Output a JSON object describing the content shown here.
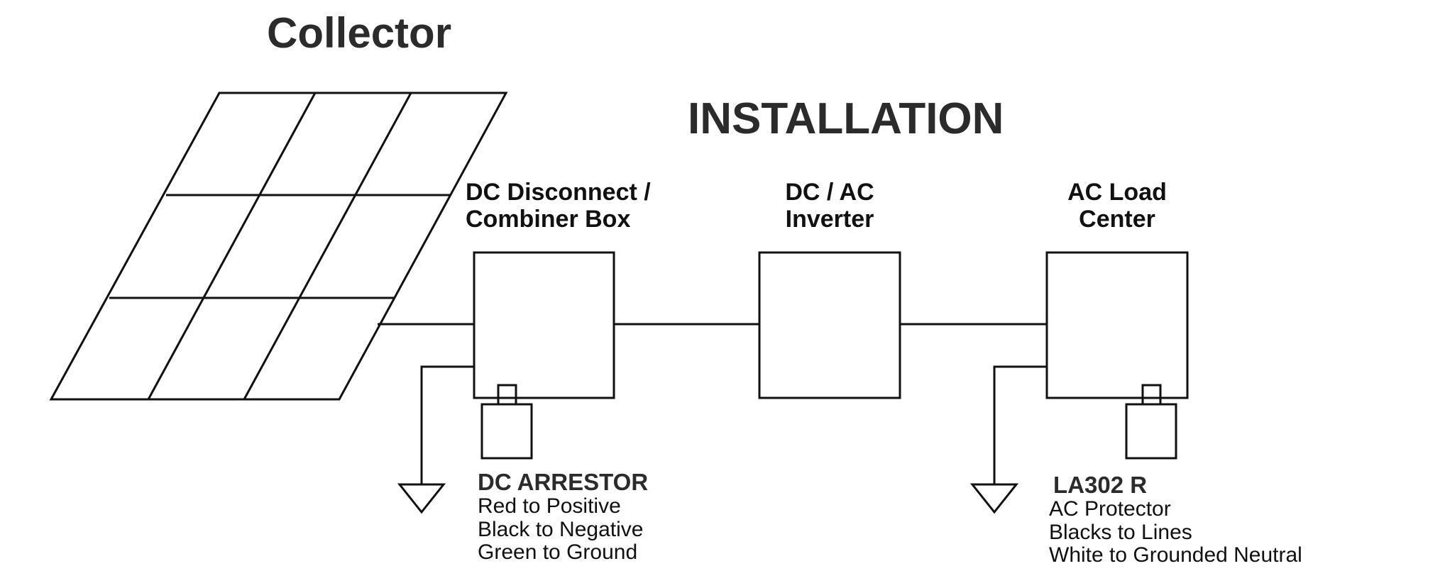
{
  "collector_title": "Collector",
  "installation_title": "INSTALLATION",
  "components": {
    "combiner": {
      "line1": "DC Disconnect /",
      "line2": "Combiner Box"
    },
    "inverter": {
      "line1": "DC / AC",
      "line2": "Inverter"
    },
    "load_center": {
      "line1": "AC Load",
      "line2": "Center"
    }
  },
  "dc_arrestor": {
    "title": "DC ARRESTOR",
    "lines": [
      "Red to Positive",
      "Black to Negative",
      "Green to Ground"
    ]
  },
  "ac_protector": {
    "title": "LA302 R",
    "lines": [
      "AC Protector",
      "Blacks to Lines",
      "White to Grounded Neutral"
    ]
  }
}
